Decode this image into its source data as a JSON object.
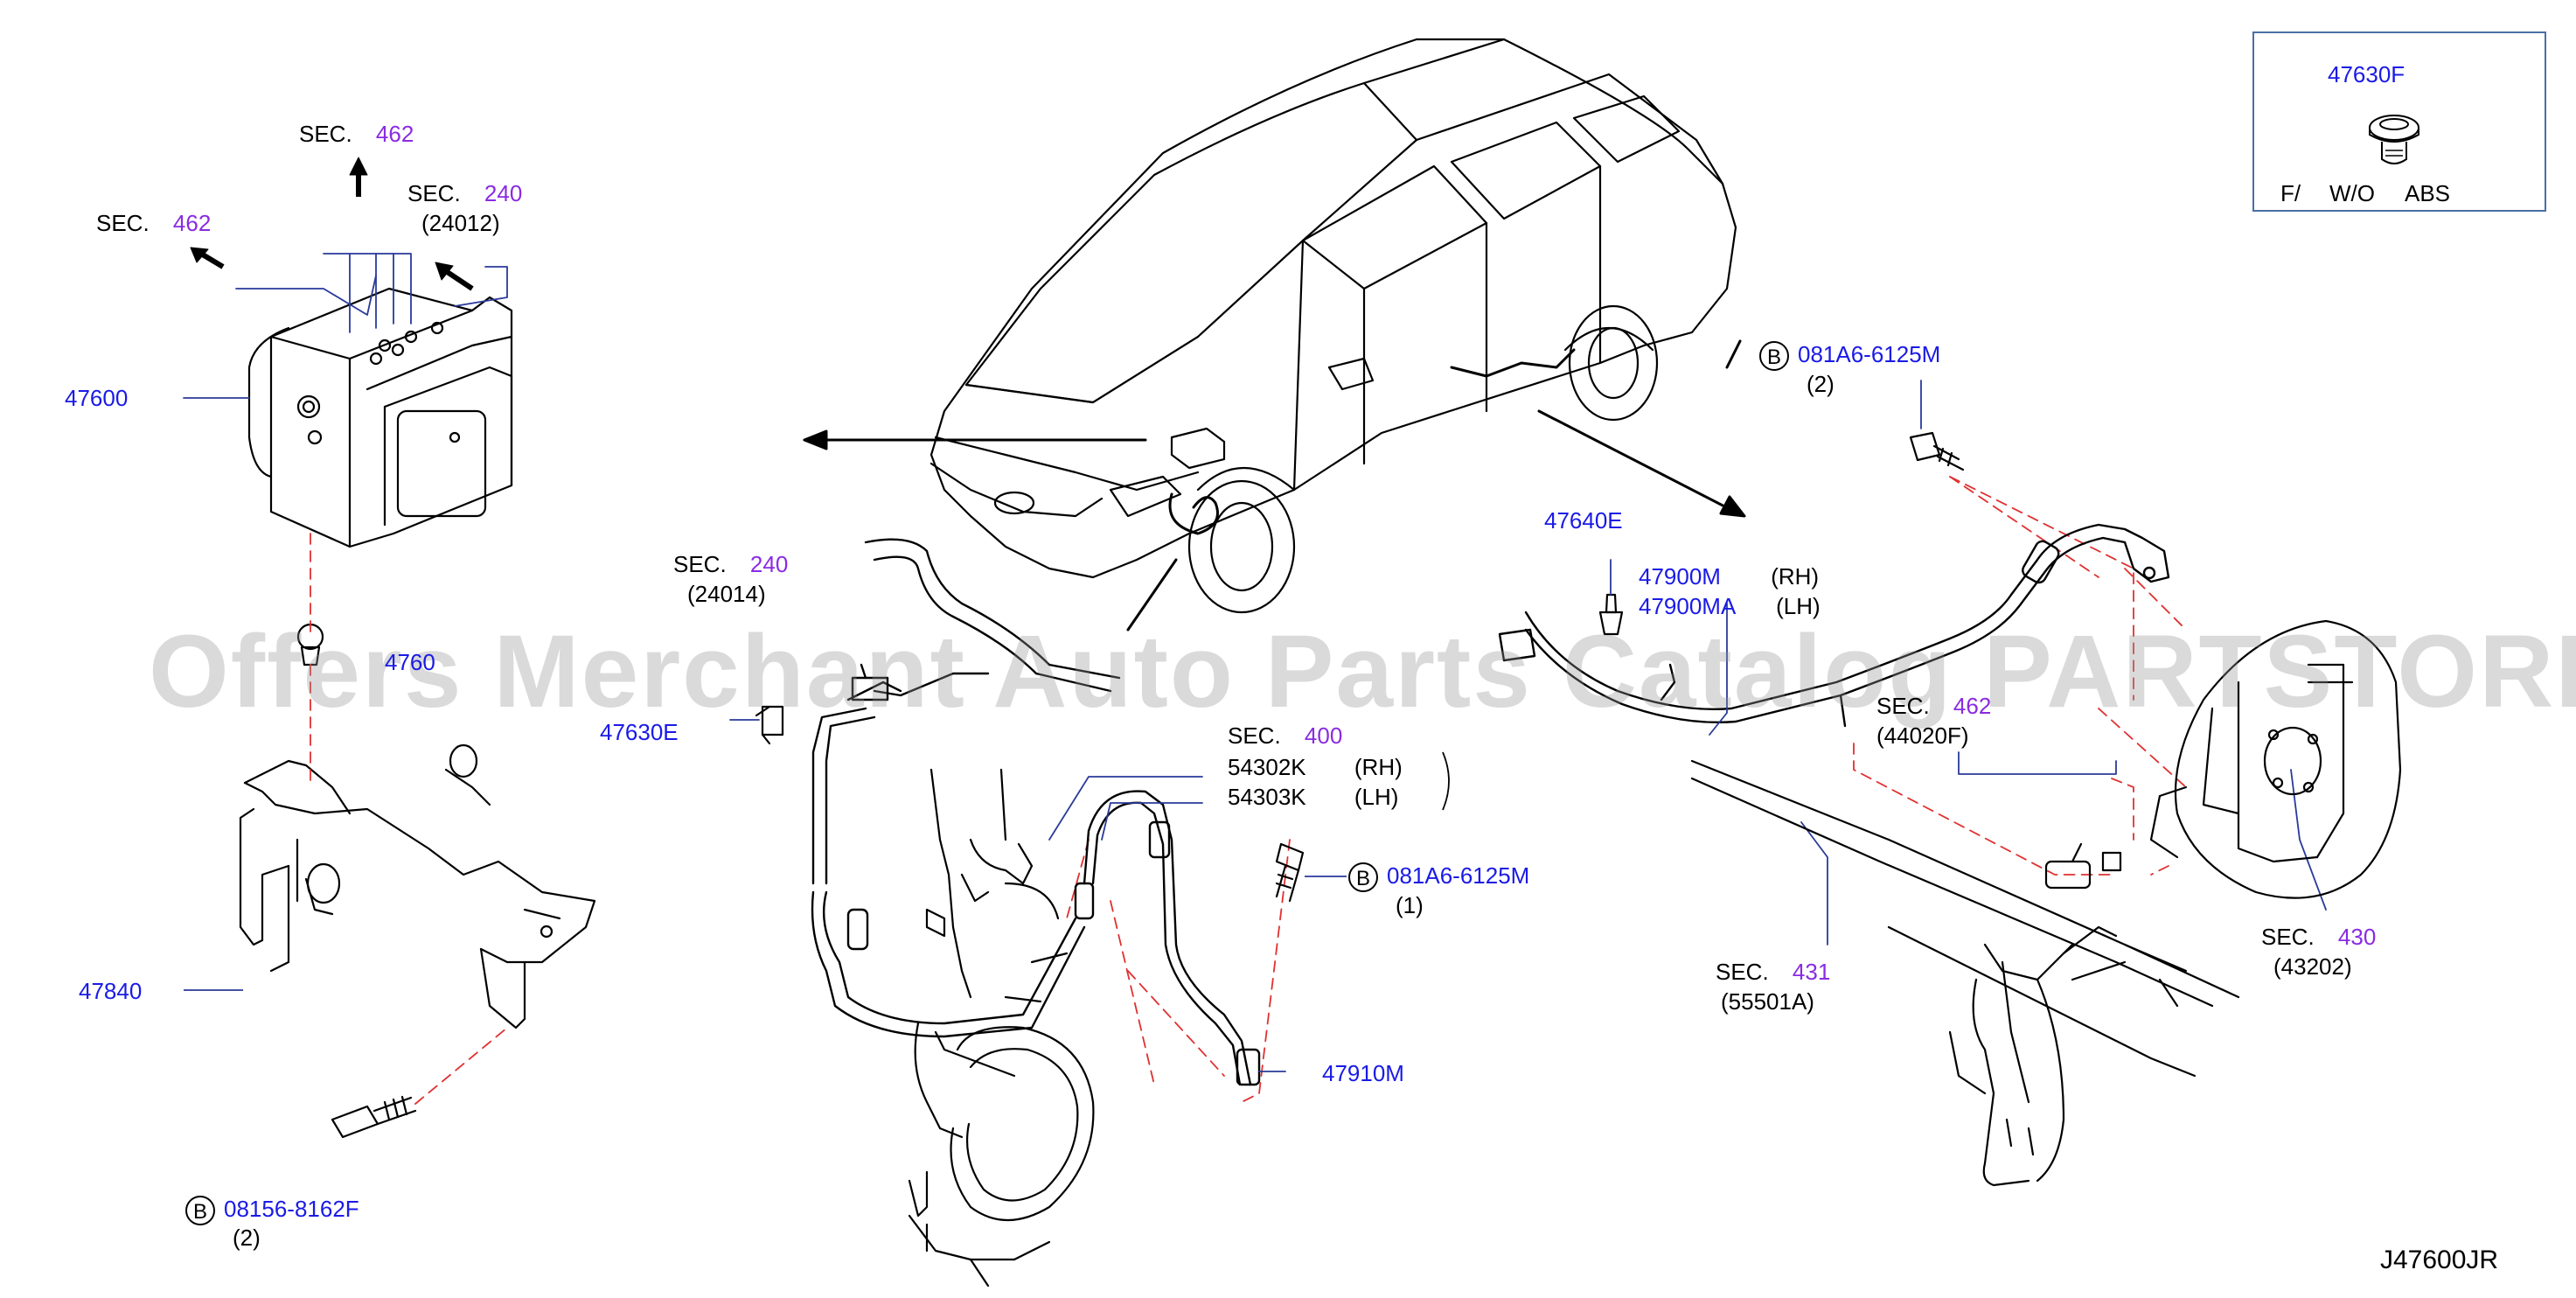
{
  "watermark": "Offers Merchant Auto Parts Catalog PARTSTORE.SA",
  "diagram_id": "J47600JR",
  "inset": {
    "part": "47630F",
    "note_f": "F/",
    "note_wo": "W/O",
    "note_abs": "ABS"
  },
  "labels": {
    "sec462_top": {
      "sec": "SEC.",
      "num": "462"
    },
    "sec462_left": {
      "sec": "SEC.",
      "num": "462"
    },
    "sec240_top": {
      "sec": "SEC.",
      "num": "240",
      "sub": "(24012)"
    },
    "p47600": "47600",
    "p47608_partial": "4760",
    "p47840": "47840",
    "bolt_08156": {
      "b": "B",
      "num": "08156-8162F",
      "qty": "(2)"
    },
    "sec240_mid": {
      "sec": "SEC.",
      "num": "240",
      "sub": "(24014)"
    },
    "p47630e": "47630E",
    "sec400": {
      "sec": "SEC.",
      "num": "400"
    },
    "knuckle_rh": {
      "num": "54302K",
      "side": "(RH)"
    },
    "knuckle_lh": {
      "num": "54303K",
      "side": "(LH)"
    },
    "bolt_081a6_1": {
      "b": "B",
      "num": "081A6-6125M",
      "qty": "(1)"
    },
    "p47910m": "47910M",
    "p47640e": "47640E",
    "p47900m": {
      "num": "47900M",
      "side": "(RH)"
    },
    "p47900ma": {
      "num": "47900MA",
      "side": "(LH)"
    },
    "bolt_081a6_2": {
      "b": "B",
      "num": "081A6-6125M",
      "qty": "(2)"
    },
    "sec462_rear": {
      "sec": "SEC.",
      "num": "462",
      "sub": "(44020F)"
    },
    "sec431": {
      "sec": "SEC.",
      "num": "431",
      "sub": "(55501A)"
    },
    "sec430": {
      "sec": "SEC.",
      "num": "430",
      "sub": "(43202)"
    }
  }
}
